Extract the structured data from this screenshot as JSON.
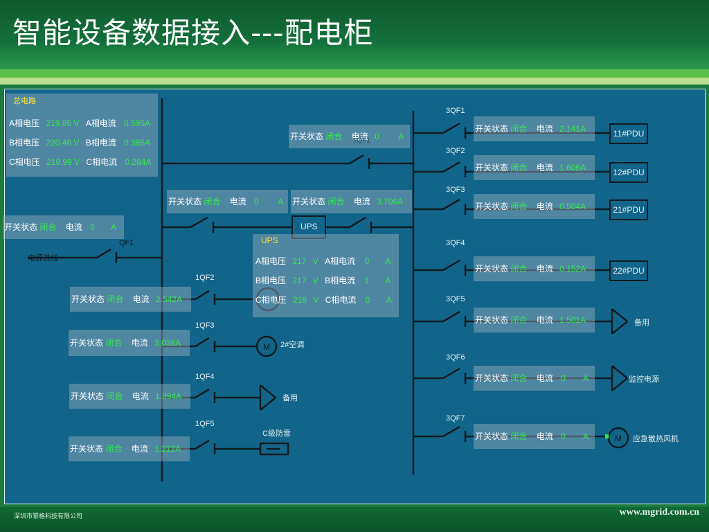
{
  "header": {
    "title": "智能设备数据接入---配电柜"
  },
  "footer": {
    "company": "深圳市幂格科技有限公司",
    "website": "www.mgrid.com.cn"
  },
  "main_circuit": {
    "title": "总电路",
    "rows": [
      {
        "vl": "A相电压",
        "vv": "219.85 V",
        "il": "A相电流",
        "iv": "0.595A"
      },
      {
        "vl": "B相电压",
        "vv": "220.46 V",
        "il": "B相电流",
        "iv": "0.385A"
      },
      {
        "vl": "C相电压",
        "vv": "219.99 V",
        "il": "C相电流",
        "iv": "0.284A"
      }
    ]
  },
  "ups": {
    "title": "UPS",
    "symbol": "UPS",
    "rows": [
      {
        "vl": "A相电压",
        "vv": "217",
        "vu": "V",
        "il": "A相电流",
        "iv": "0",
        "iu": "A"
      },
      {
        "vl": "B相电压",
        "vv": "217",
        "vu": "V",
        "il": "B相电流",
        "iv": "1",
        "iu": "A"
      },
      {
        "vl": "C相电压",
        "vv": "216",
        "vu": "V",
        "il": "C相电流",
        "iv": "0",
        "iu": "A"
      }
    ]
  },
  "status_label": "开关状态",
  "closed": "闭合",
  "current_label": "电流",
  "switches": {
    "qf1": {
      "label": "QF1",
      "current": "0",
      "unit": "A"
    },
    "ups_in": {
      "current": "0",
      "unit": "A"
    },
    "ups_out": {
      "current": "3.706A"
    },
    "bypass": {
      "label": "2QF1",
      "current": "0",
      "unit": "A"
    },
    "left": [
      {
        "label": "1QF2",
        "current": "2.542A",
        "load": ""
      },
      {
        "label": "1QF3",
        "current": "3.038A",
        "load": "2#空调"
      },
      {
        "label": "1QF4",
        "current": "1.894A",
        "load": "备用"
      },
      {
        "label": "1QF5",
        "current": "1.212A",
        "load": "C级防雷"
      }
    ],
    "right": [
      {
        "label": "3QF1",
        "current": "2.141A",
        "load": "11#PDU"
      },
      {
        "label": "3QF2",
        "current": "1.606A",
        "load": "12#PDU"
      },
      {
        "label": "3QF3",
        "current": "0.504A",
        "load": "21#PDU"
      },
      {
        "label": "3QF4",
        "current": "0.152A",
        "load": "22#PDU"
      },
      {
        "label": "3QF5",
        "current": "1.501A",
        "load": "备用"
      },
      {
        "label": "3QF6",
        "current": "0",
        "unit": "A",
        "load": "监控电源"
      },
      {
        "label": "3QF7",
        "current": "0",
        "unit": "A",
        "load": "应急散热风机"
      }
    ]
  },
  "power_input": "电源进线",
  "motor_symbol": "M"
}
